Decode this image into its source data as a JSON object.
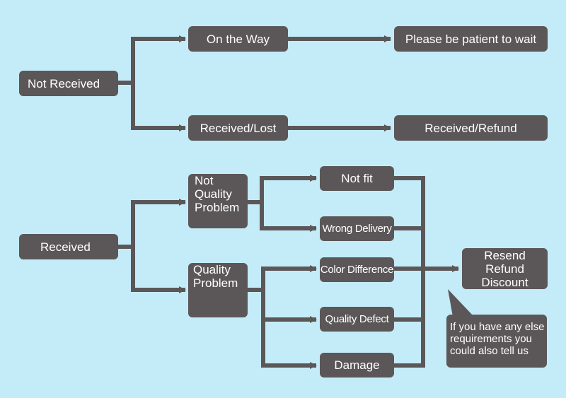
{
  "colors": {
    "background": "#c4ecf8",
    "box": "#5b5758",
    "text": "#ffffff"
  },
  "not_received": {
    "root": "Not Received",
    "on_the_way": "On the Way",
    "wait": "Please be patient to wait",
    "received_lost": "Received/Lost",
    "received_refund": "Received/Refund"
  },
  "received": {
    "root": "Received",
    "not_quality_problem": [
      "Not",
      "Quality",
      "Problem"
    ],
    "quality_problem": [
      "Quality",
      "Problem"
    ],
    "not_fit": "Not fit",
    "wrong_delivery": "Wrong Delivery",
    "color_difference": "Color Difference",
    "quality_defect": "Quality Defect",
    "damage": "Damage",
    "solution": [
      "Resend",
      "Refund",
      "Discount"
    ]
  },
  "note": [
    "If you have any else",
    "requirements you",
    "could also tell us"
  ]
}
